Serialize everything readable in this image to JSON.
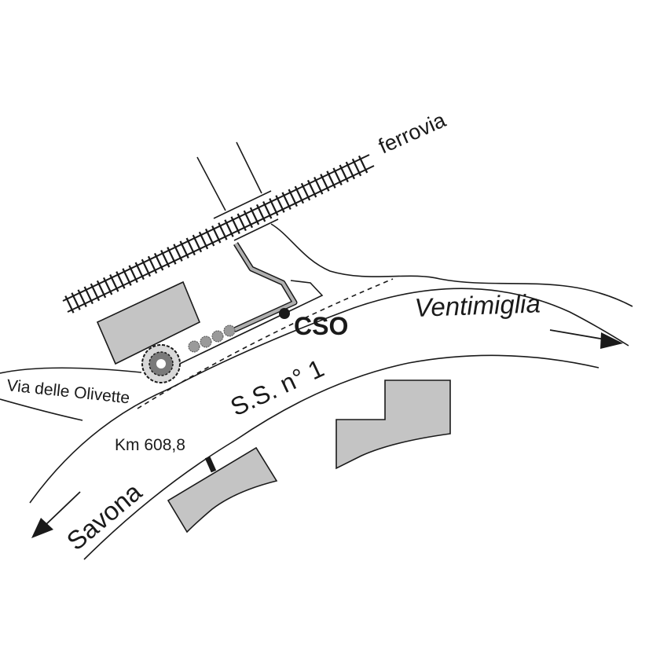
{
  "map": {
    "labels": {
      "railway": "ferrovia",
      "east_destination": "Ventimiglia",
      "site": "CSO",
      "road_name": "S.S. n° 1",
      "side_street": "Via delle Olivette",
      "kilometer_marker": "Km 608,8",
      "west_destination": "Savona"
    },
    "colors": {
      "line": "#1a1a1a",
      "building_fill": "#c4c4c4",
      "access_path": "#b0b0b0",
      "shrub": "#9a9a9a"
    },
    "icons": [
      "arrow-east-icon",
      "arrow-west-icon",
      "site-dot-icon",
      "tree-icon",
      "shrub-icon"
    ]
  }
}
